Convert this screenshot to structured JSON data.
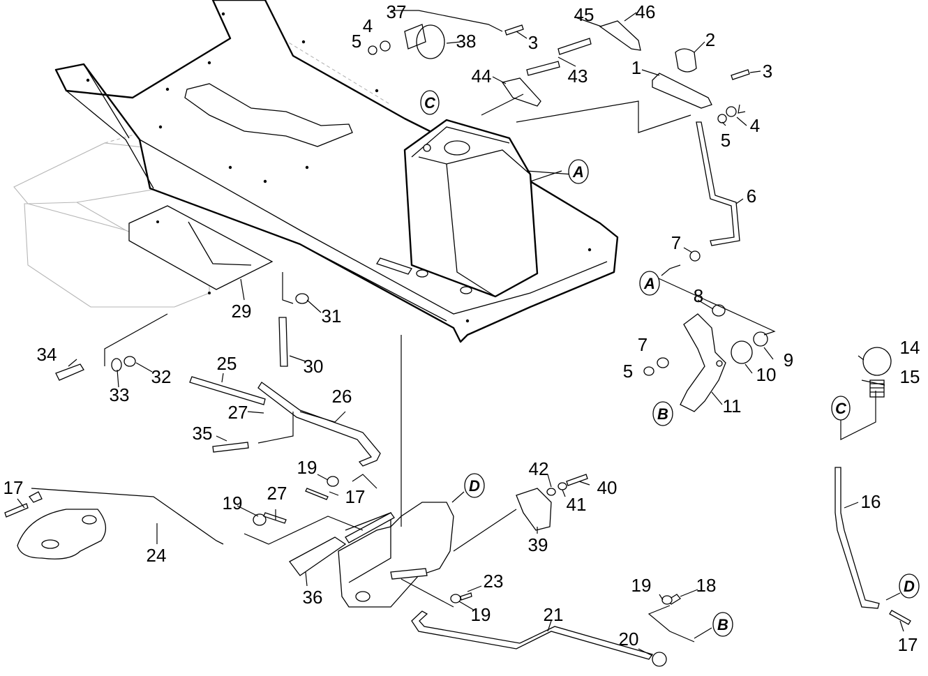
{
  "diagram": {
    "part_numbers": [
      "1",
      "2",
      "3",
      "3",
      "4",
      "4",
      "5",
      "5",
      "5",
      "6",
      "7",
      "7",
      "8",
      "9",
      "10",
      "11",
      "14",
      "15",
      "16",
      "17",
      "17",
      "17",
      "18",
      "19",
      "19",
      "19",
      "19",
      "20",
      "21",
      "23",
      "24",
      "25",
      "26",
      "27",
      "27",
      "29",
      "30",
      "31",
      "32",
      "33",
      "34",
      "35",
      "36",
      "37",
      "38",
      "39",
      "40",
      "41",
      "42",
      "43",
      "44",
      "45",
      "46"
    ],
    "reference_letters": [
      "A",
      "A",
      "B",
      "B",
      "C",
      "C",
      "D",
      "D"
    ]
  }
}
